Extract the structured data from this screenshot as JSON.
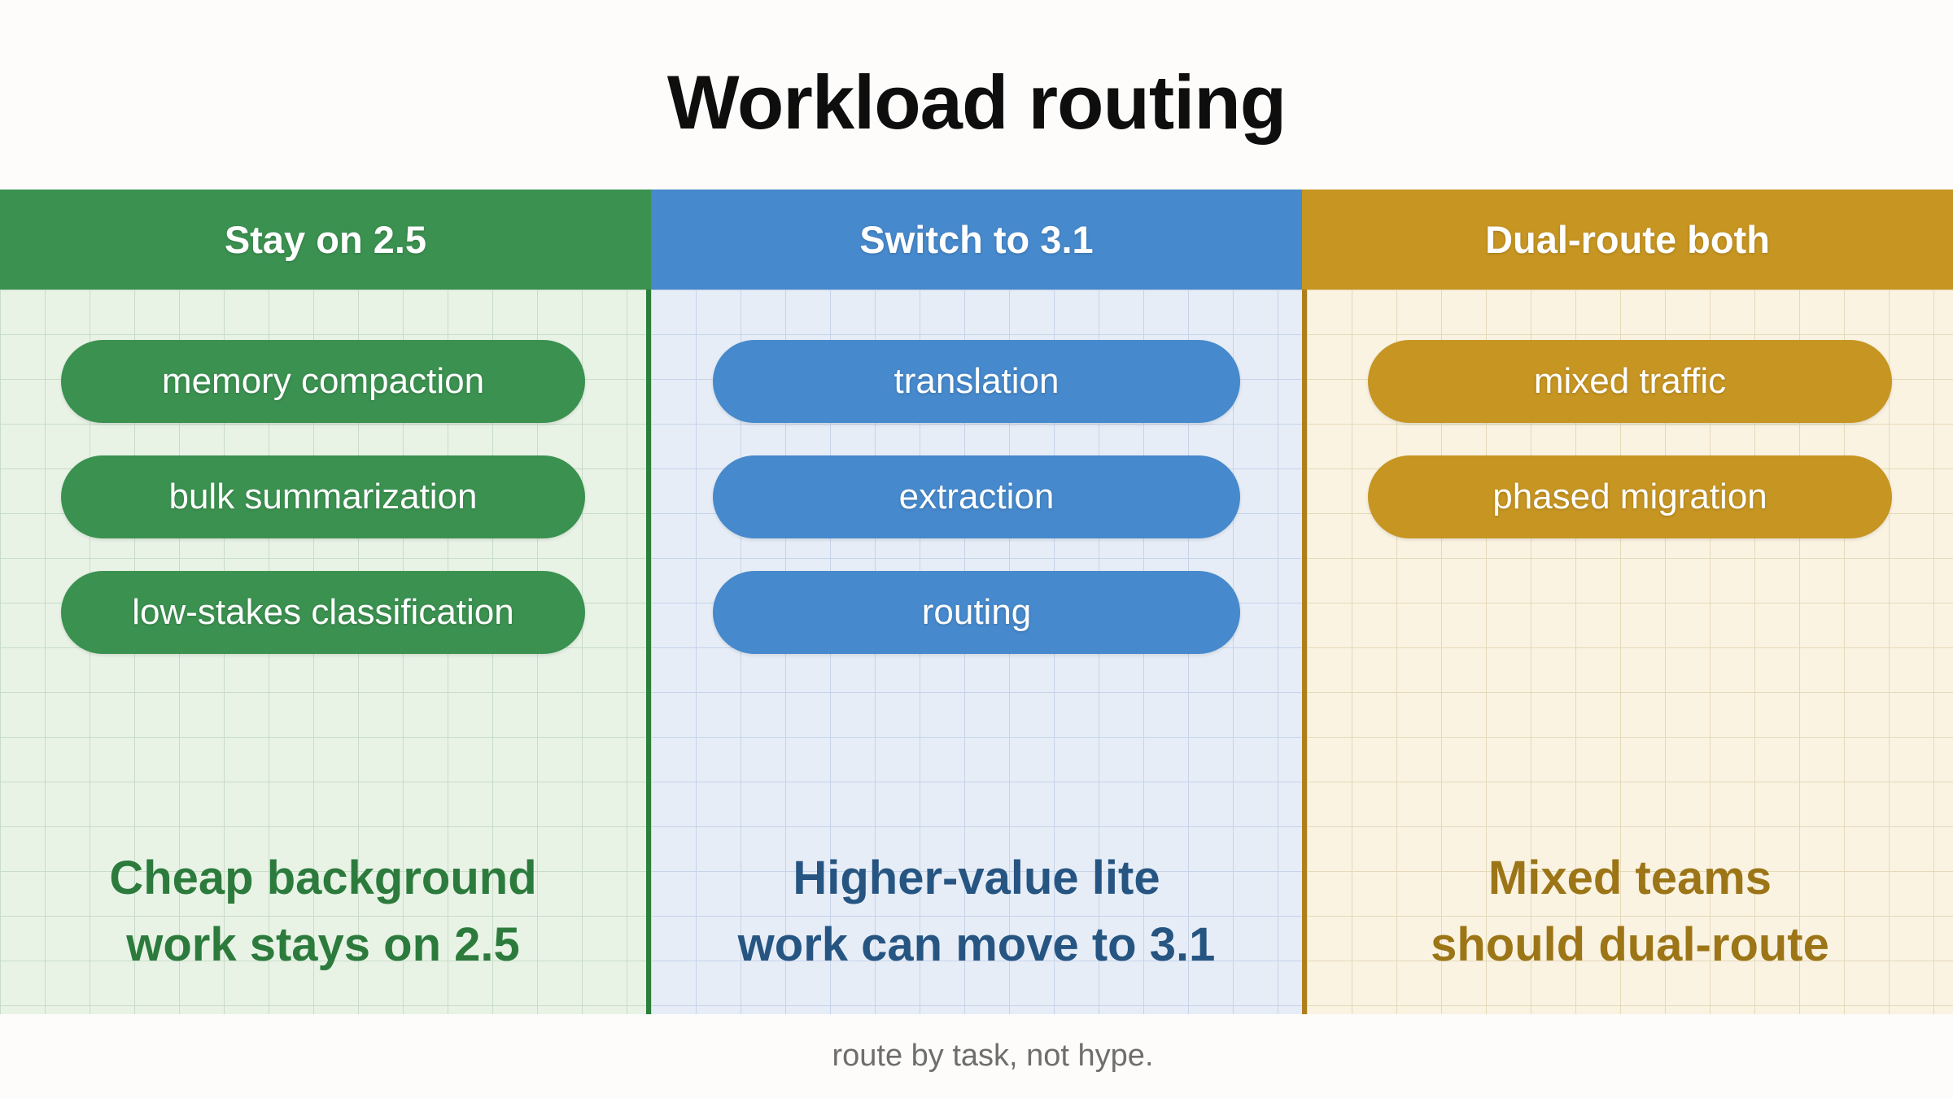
{
  "title": "Workload routing",
  "caption": "route by task, not hype.",
  "columns": [
    {
      "header": "Stay on 2.5",
      "pills": [
        "memory compaction",
        "bulk summarization",
        "low-stakes classification"
      ],
      "summary_lines": [
        "Cheap background",
        "work stays on 2.5"
      ],
      "colors": {
        "header_bg": "#3b9150",
        "pill_bg": "#3b9150",
        "body_bg": "#e8f3e6",
        "grid_line": "#c8dcc8",
        "divider": "#2c7e3c",
        "summary_text": "#2c7b3d"
      }
    },
    {
      "header": "Switch to 3.1",
      "pills": [
        "translation",
        "extraction",
        "routing"
      ],
      "summary_lines": [
        "Higher-value lite",
        "work can move to 3.1"
      ],
      "colors": {
        "header_bg": "#4689cc",
        "pill_bg": "#4689cc",
        "body_bg": "#e6edf7",
        "grid_line": "#c6d3e8",
        "summary_text": "#265582"
      }
    },
    {
      "header": "Dual-route both",
      "pills": [
        "mixed traffic",
        "phased migration"
      ],
      "summary_lines": [
        "Mixed teams",
        "should dual-route"
      ],
      "colors": {
        "header_bg": "#c69522",
        "pill_bg": "#c69522",
        "body_bg": "#faf3e2",
        "grid_line": "#e6d9ba",
        "divider": "#ad7f1d",
        "summary_text": "#9c7517"
      }
    }
  ],
  "misc": {
    "title_color": "#0e0e0e",
    "caption_color": "#6e6e6e",
    "page_bg": "#fdfcfa"
  }
}
